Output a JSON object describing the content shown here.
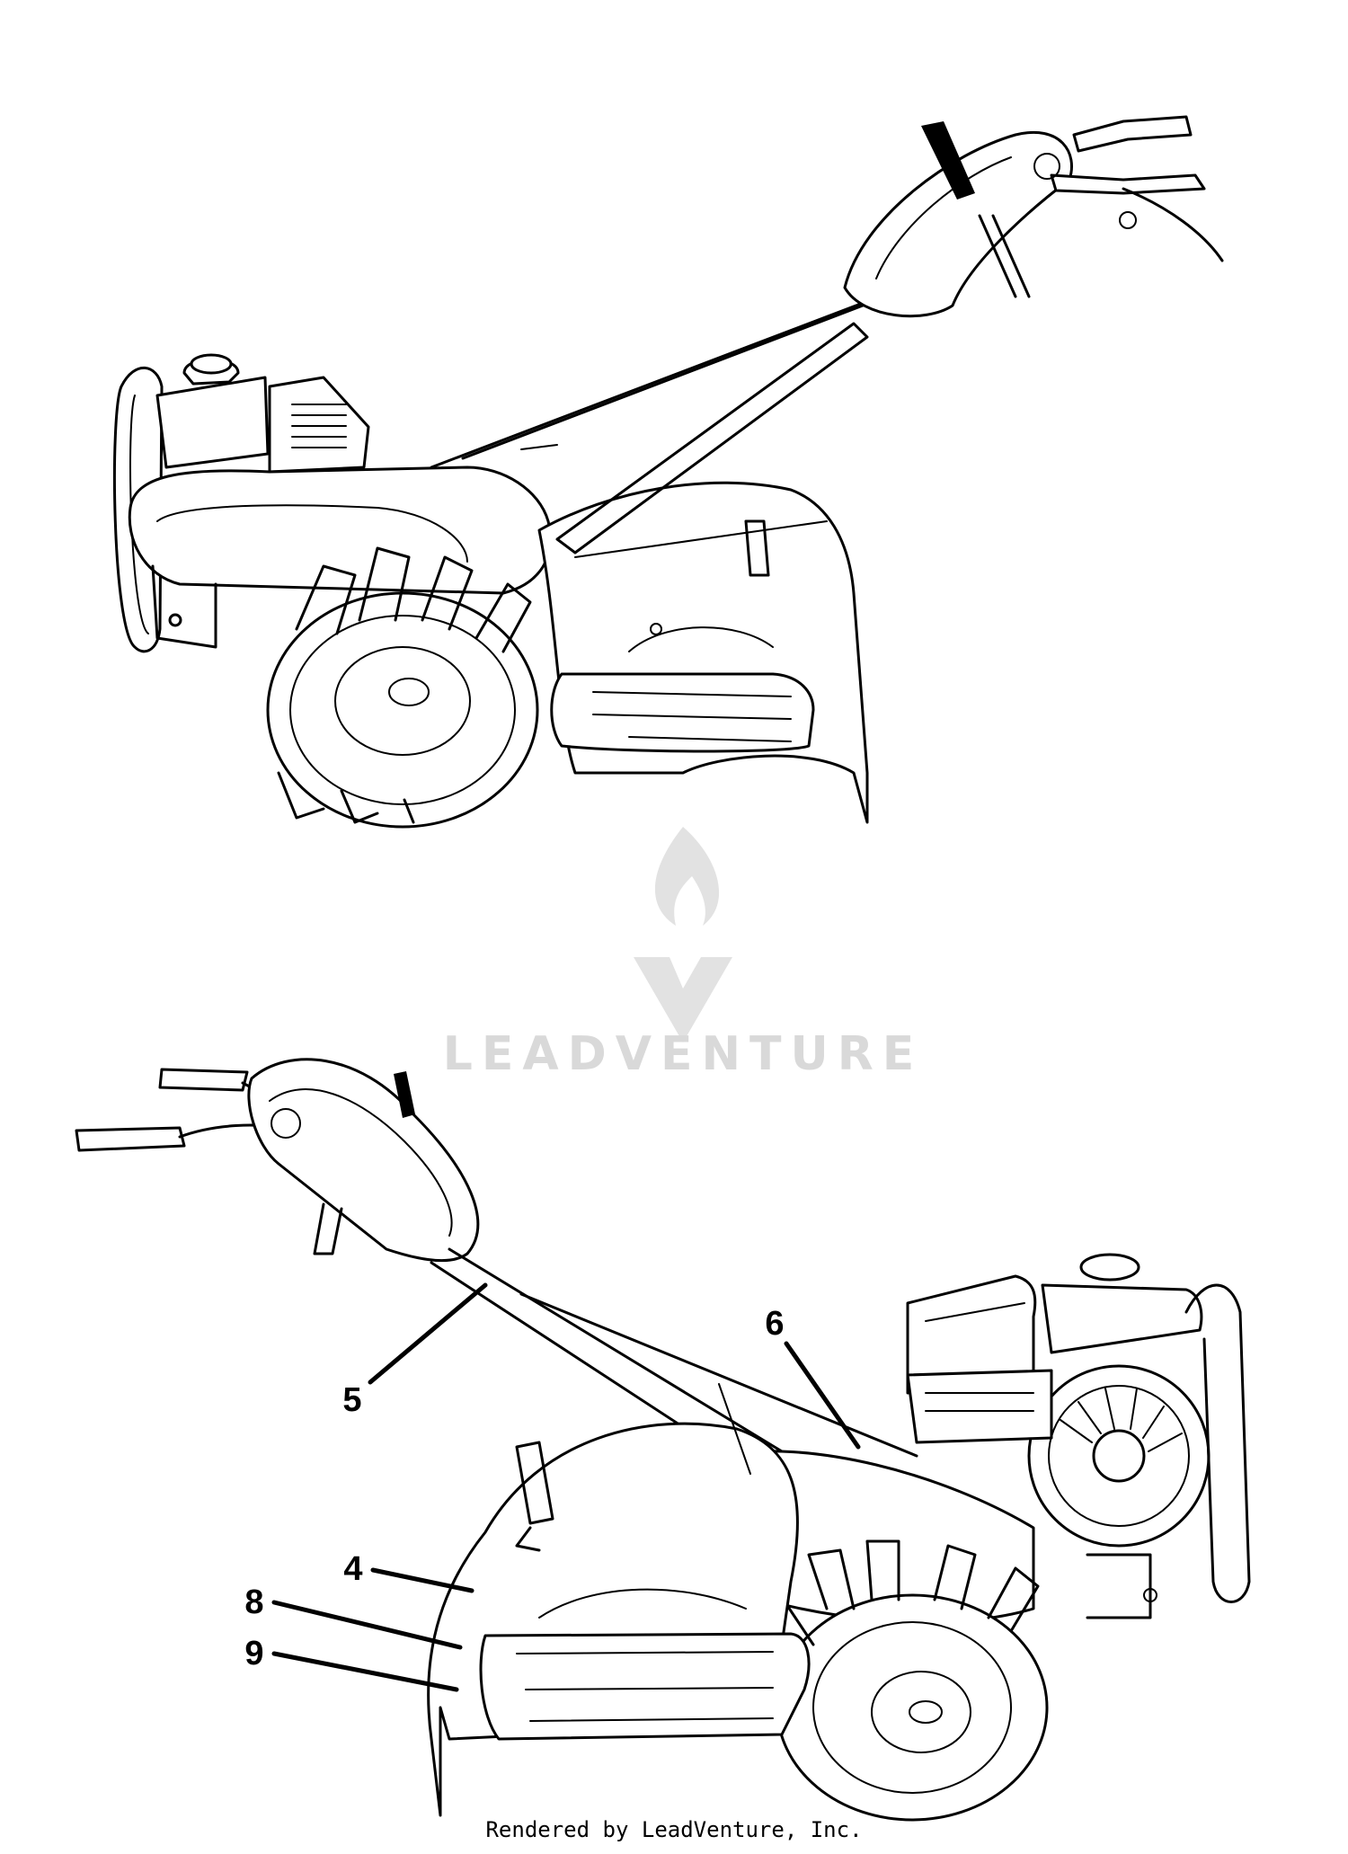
{
  "callouts": [
    {
      "number": "4"
    },
    {
      "number": "5"
    },
    {
      "number": "6"
    },
    {
      "number": "8"
    },
    {
      "number": "9"
    }
  ],
  "watermark": {
    "text": "LEADVENTURE"
  },
  "footer": {
    "text": "Rendered by LeadVenture, Inc."
  }
}
